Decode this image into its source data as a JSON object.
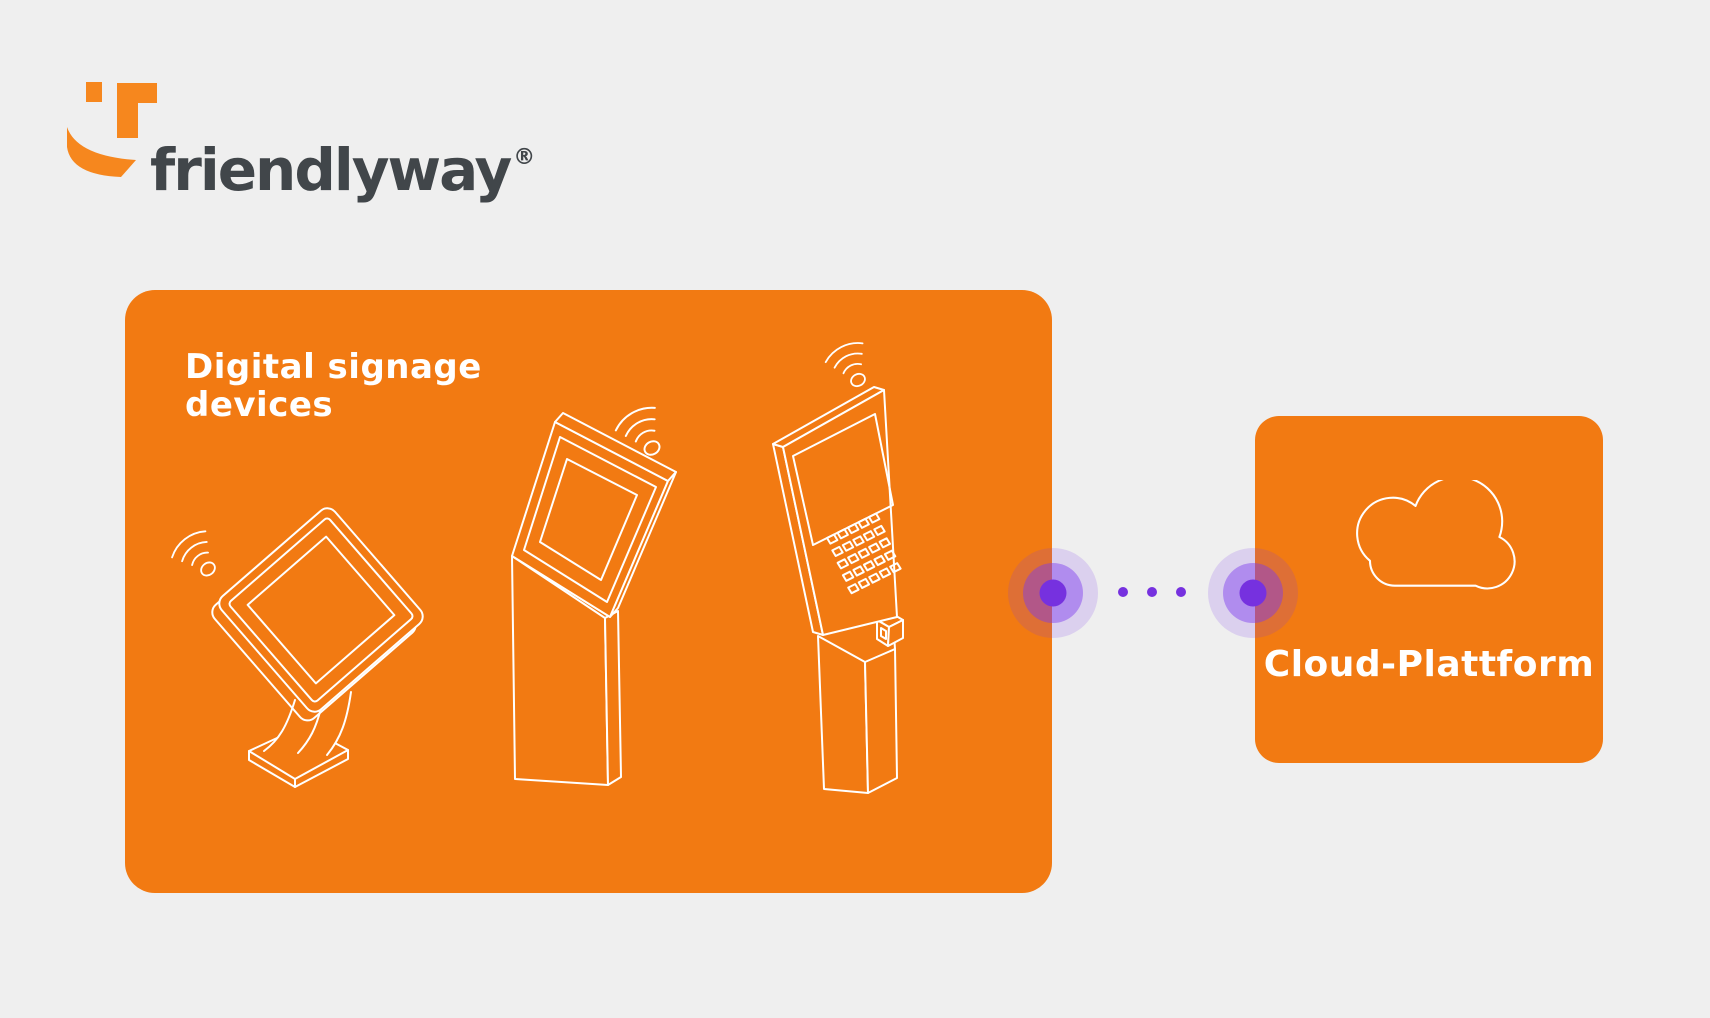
{
  "colors": {
    "background": "#EFEFEF",
    "panel_orange": "#F27A12",
    "logo_orange": "#F6871E",
    "brand_text": "#41464A",
    "line_white": "#FFFFFF",
    "connection_purple": "#7631DF",
    "connection_purple_mid": "rgba(124,58,237,0.45)",
    "connection_purple_outer": "rgba(124,58,237,0.17)"
  },
  "brand": {
    "name": "friendlyway",
    "registered_mark": "®",
    "logo_icon": "friendlyway-smile-mark-icon"
  },
  "devices_panel": {
    "title_line1": "Digital signage",
    "title_line2": "devices",
    "device_icons": [
      "tilted-touchscreen-kiosk-icon",
      "pedestal-kiosk-icon",
      "keyboard-terminal-kiosk-icon"
    ],
    "wifi_icon": "wifi-signal-icon"
  },
  "connection": {
    "left_node_icon": "radiating-dot-icon",
    "right_node_icon": "radiating-dot-icon",
    "dot_count": 3
  },
  "cloud_panel": {
    "icon": "cloud-outline-icon",
    "label": "Cloud-Plattform"
  }
}
